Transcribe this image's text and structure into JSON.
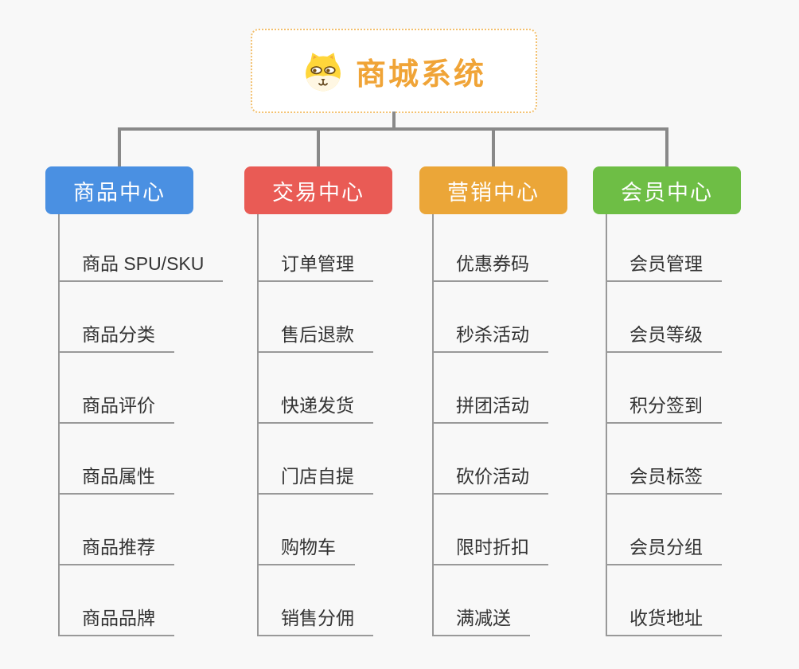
{
  "root": {
    "title": "商城系统",
    "title_color": "#F0A437",
    "border_color": "#F3C06E",
    "icon": "dog-face-icon"
  },
  "colors": {
    "background": "#F8F8F8",
    "connector": "#898989",
    "branch_line": "#999999",
    "item_text": "#333333"
  },
  "branches": [
    {
      "name": "product-center",
      "label": "商品中心",
      "color": "#4A90E2",
      "items": [
        "商品 SPU/SKU",
        "商品分类",
        "商品评价",
        "商品属性",
        "商品推荐",
        "商品品牌"
      ]
    },
    {
      "name": "trade-center",
      "label": "交易中心",
      "color": "#E95B55",
      "items": [
        "订单管理",
        "售后退款",
        "快递发货",
        "门店自提",
        "购物车",
        "销售分佣"
      ]
    },
    {
      "name": "marketing-center",
      "label": "营销中心",
      "color": "#EBA638",
      "items": [
        "优惠券码",
        "秒杀活动",
        "拼团活动",
        "砍价活动",
        "限时折扣",
        "满减送"
      ]
    },
    {
      "name": "member-center",
      "label": "会员中心",
      "color": "#6EBE45",
      "items": [
        "会员管理",
        "会员等级",
        "积分签到",
        "会员标签",
        "会员分组",
        "收货地址"
      ]
    }
  ]
}
